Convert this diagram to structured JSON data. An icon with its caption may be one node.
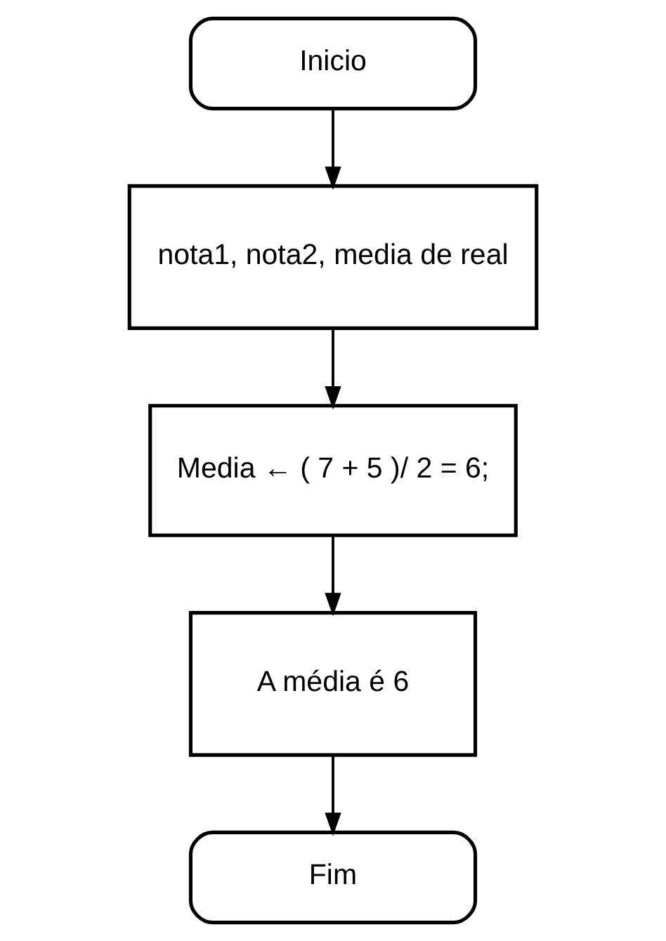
{
  "diagram": {
    "nodes": [
      {
        "text": [
          "Inicio"
        ]
      },
      {
        "text": [
          "nota1, nota2, media de real"
        ]
      },
      {
        "text": [
          "Media ← ( 7 + 5 )/ 2 = 6;"
        ]
      },
      {
        "text": [
          "A média é 6"
        ]
      },
      {
        "text": [
          "Fim"
        ]
      }
    ],
    "edges": [
      {
        "from": 0,
        "to": 1,
        "arrow": "to"
      },
      {
        "from": 1,
        "to": 2,
        "arrow": "to"
      },
      {
        "from": 2,
        "to": 3,
        "arrow": "to"
      },
      {
        "from": 3,
        "to": 4,
        "arrow": "to"
      }
    ]
  }
}
